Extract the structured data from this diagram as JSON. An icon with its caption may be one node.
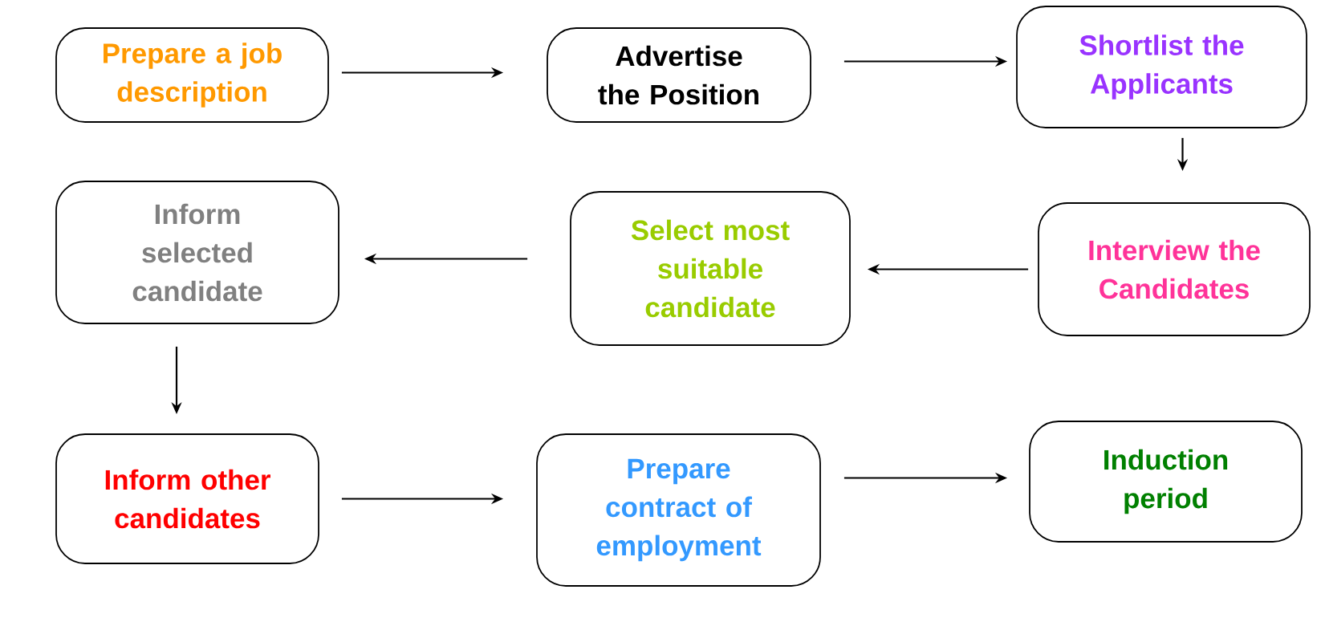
{
  "diagram": {
    "nodes": [
      {
        "text": [
          "Prepare a job description"
        ]
      },
      {
        "text": [
          "Advertise the Position"
        ]
      },
      {
        "text": [
          "Shortlist the Applicants"
        ]
      },
      {
        "text": [
          "Interview the Candidates"
        ]
      },
      {
        "text": [
          "Select most suitable candidate"
        ]
      },
      {
        "text": [
          "Inform selected candidate"
        ]
      },
      {
        "text": [
          "Inform other candidates"
        ]
      },
      {
        "text": [
          "Prepare contract of employment"
        ]
      },
      {
        "text": [
          "Induction period"
        ]
      }
    ],
    "edges": [
      {
        "from": 0,
        "to": 1,
        "arrow": "to"
      },
      {
        "from": 1,
        "to": 2,
        "arrow": "to"
      },
      {
        "from": 2,
        "to": 3,
        "arrow": "to"
      },
      {
        "from": 3,
        "to": 4,
        "arrow": "to"
      },
      {
        "from": 4,
        "to": 5,
        "arrow": "to"
      },
      {
        "from": 5,
        "to": 6,
        "arrow": "to"
      },
      {
        "from": 6,
        "to": 7,
        "arrow": "to"
      },
      {
        "from": 7,
        "to": 8,
        "arrow": "to"
      }
    ]
  }
}
